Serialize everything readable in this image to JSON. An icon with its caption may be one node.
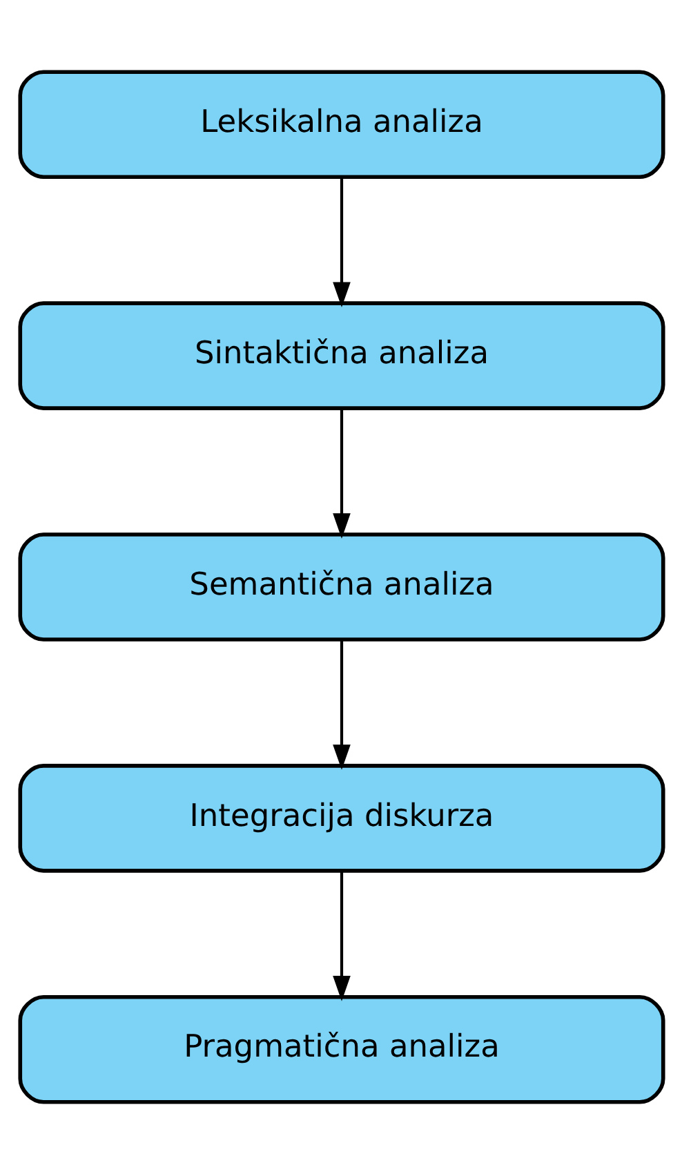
{
  "diagram": {
    "nodes": [
      {
        "text": [
          "Leksikalna analiza"
        ]
      },
      {
        "text": [
          "Sintaktična analiza"
        ]
      },
      {
        "text": [
          "Semantična analiza"
        ]
      },
      {
        "text": [
          "Integracija diskurza"
        ]
      },
      {
        "text": [
          "Pragmatična analiza"
        ]
      }
    ],
    "edges": [
      {
        "from": 0,
        "to": 1,
        "arrow": "to"
      },
      {
        "from": 1,
        "to": 2,
        "arrow": "to"
      },
      {
        "from": 2,
        "to": 3,
        "arrow": "to"
      },
      {
        "from": 3,
        "to": 4,
        "arrow": "to"
      }
    ]
  }
}
